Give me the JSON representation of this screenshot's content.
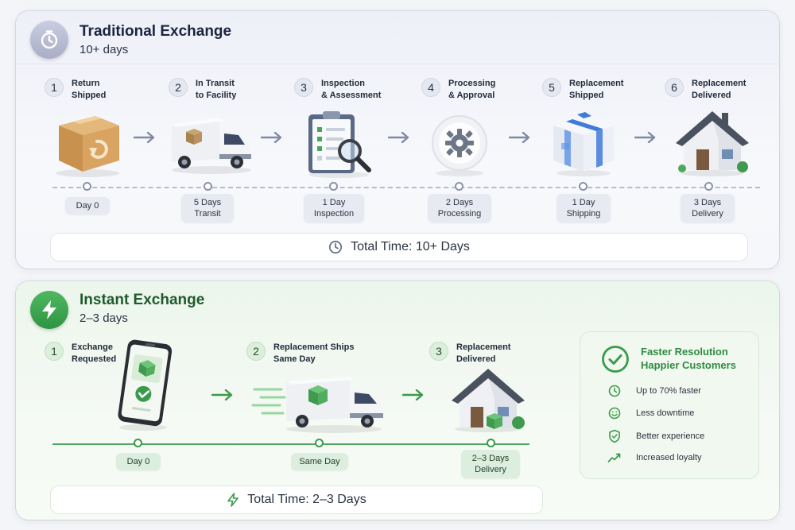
{
  "traditional": {
    "title": "Traditional Exchange",
    "subtitle": "10+ days",
    "steps": [
      {
        "num": "1",
        "label": "Return\nShipped"
      },
      {
        "num": "2",
        "label": "In Transit\nto Facility"
      },
      {
        "num": "3",
        "label": "Inspection\n& Assessment"
      },
      {
        "num": "4",
        "label": "Processing\n& Approval"
      },
      {
        "num": "5",
        "label": "Replacement\nShipped"
      },
      {
        "num": "6",
        "label": "Replacement\nDelivered"
      }
    ],
    "timeline": [
      "Day 0",
      "5 Days\nTransit",
      "1 Day\nInspection",
      "2 Days\nProcessing",
      "1 Day\nShipping",
      "3 Days\nDelivery"
    ],
    "total": "Total Time: 10+ Days"
  },
  "instant": {
    "title": "Instant Exchange",
    "subtitle": "2–3 days",
    "steps": [
      {
        "num": "1",
        "label": "Exchange\nRequested"
      },
      {
        "num": "2",
        "label": "Replacement Ships\nSame Day"
      },
      {
        "num": "3",
        "label": "Replacement\nDelivered"
      }
    ],
    "timeline": [
      "Day 0",
      "Same Day",
      "2–3 Days\nDelivery"
    ],
    "total": "Total Time: 2–3 Days"
  },
  "benefits": {
    "heading_line1": "Faster Resolution",
    "heading_line2": "Happier Customers",
    "items": [
      {
        "icon": "clock-icon",
        "label": "Up to 70% faster"
      },
      {
        "icon": "smile-icon",
        "label": "Less downtime"
      },
      {
        "icon": "shield-check-icon",
        "label": "Better experience"
      },
      {
        "icon": "trend-up-icon",
        "label": "Increased loyalty"
      }
    ]
  },
  "colors": {
    "accent_green": "#2f9442",
    "trad_gray": "#a9aec6"
  }
}
